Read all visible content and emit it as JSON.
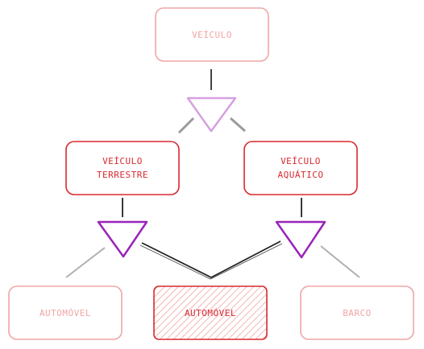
{
  "colors": {
    "faded_red": "#f0a5a5",
    "strong_red": "#d9292f",
    "fill_red": "#f5b5b5",
    "faded_purple": "#d6a0e0",
    "strong_purple": "#9a24b8",
    "gray": "#aaaaaa",
    "dark": "#222222"
  },
  "nodes": {
    "veiculo": {
      "lines": [
        "VEÍCULO"
      ]
    },
    "terrestre": {
      "lines": [
        "VEÍCULO",
        "TERRESTRE"
      ]
    },
    "aquatico": {
      "lines": [
        "VEÍCULO",
        "AQUÁTICO"
      ]
    },
    "automovel_left": {
      "lines": [
        "AUTOMÓVEL"
      ]
    },
    "automovel_center": {
      "lines": [
        "AUTOMÓVEL"
      ]
    },
    "barco": {
      "lines": [
        "BARCO"
      ]
    }
  }
}
